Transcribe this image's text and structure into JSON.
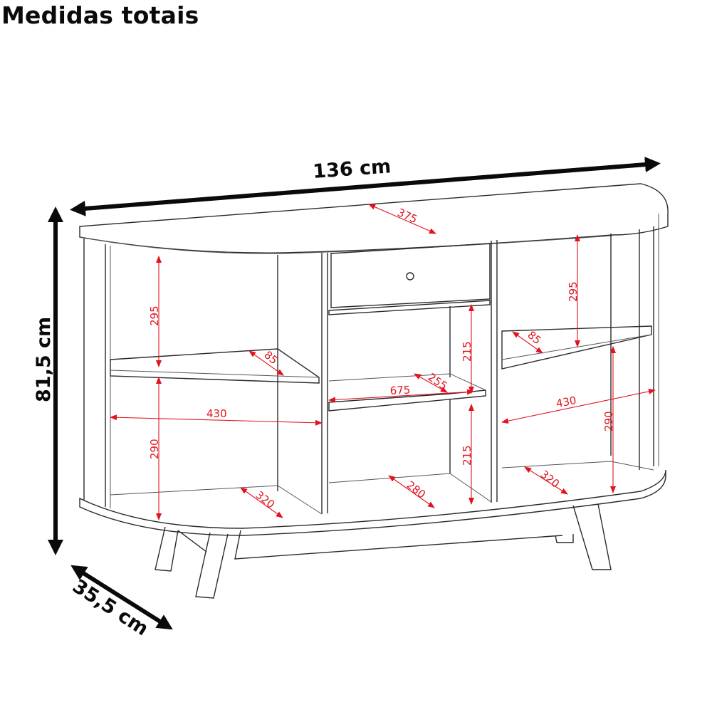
{
  "title": "Medidas totais",
  "overall_dimensions": {
    "width": "136 cm",
    "height": "81,5 cm",
    "depth": "35,5 cm"
  },
  "internal_dimensions_mm": {
    "top_depth": "375",
    "left_upper_height": "295",
    "left_shelf_depth": "85",
    "left_width": "430",
    "left_lower_height": "290",
    "left_bottom_depth": "320",
    "center_upper_height": "215",
    "center_width": "675",
    "center_shelf_depth": "255",
    "center_lower_height": "215",
    "center_bottom_depth": "280",
    "right_upper_height": "295",
    "right_shelf_depth": "85",
    "right_width": "430",
    "right_lower_height": "290",
    "right_bottom_depth": "320"
  },
  "colors": {
    "dimension_lines": "#e1141e",
    "outline": "#2a2a2a",
    "labels": "#0a0a0a"
  }
}
